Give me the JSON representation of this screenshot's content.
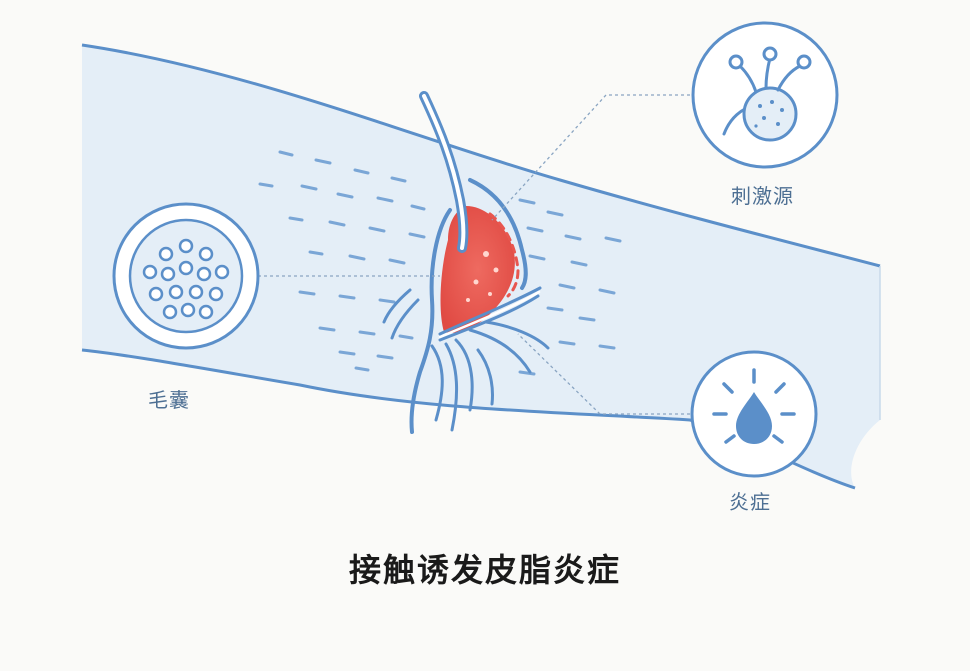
{
  "labels": {
    "hair_follicle": "毛囊",
    "irritant": "刺激源",
    "inflammation": "炎症"
  },
  "caption": "接触诱发皮脂炎症",
  "colors": {
    "skin_fill": "#e4eef7",
    "outline": "#5b8fc9",
    "inflamed_red": "#e8564f",
    "label_text": "#4d6f93",
    "caption_text": "#1a1a1a"
  },
  "icons": {
    "left_circle": "follicle-pores-icon",
    "top_right_circle": "microbe-icon",
    "bottom_right_circle": "droplet-rays-icon"
  }
}
